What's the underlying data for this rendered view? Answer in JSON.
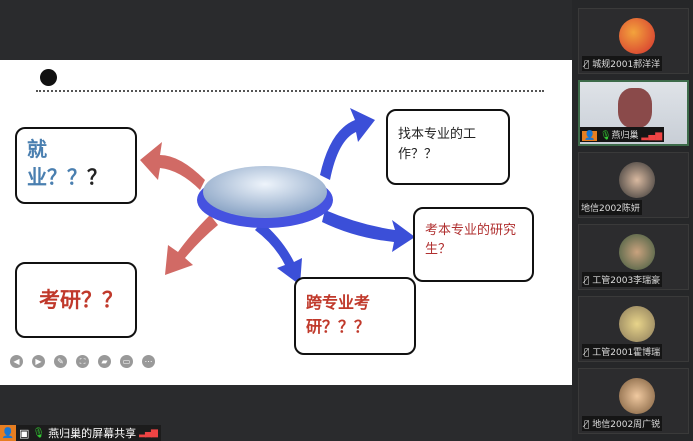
{
  "slide": {
    "employment": {
      "a": "就",
      "b": "业？？",
      "c": "？"
    },
    "grad_exam": "考研？？",
    "find_job": "找本专业的工作？？",
    "same_major_grad": "考本专业的研究生？",
    "cross_major": "跨专业考研？？？"
  },
  "toolbar": [
    "prev",
    "next",
    "pen",
    "screenshot",
    "camera",
    "comment",
    "more"
  ],
  "share_label": "燕归巢的屏幕共享",
  "participants": [
    {
      "name": "城规2001郝洋洋"
    },
    {
      "name": "燕归巢"
    },
    {
      "name": "地信2002陈妍"
    },
    {
      "name": "工管2003李瑞豪"
    },
    {
      "name": "工管2001霍博瑞"
    },
    {
      "name": "地信2002周广锐"
    }
  ],
  "colors": {
    "accent_red": "#c0392b",
    "accent_blue": "#3b4fd8"
  }
}
